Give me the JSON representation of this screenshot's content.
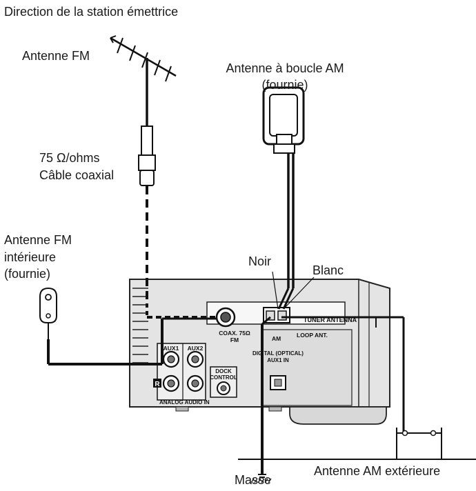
{
  "labels": {
    "direction": "Direction de la station émettrice",
    "fm_antenna": "Antenne FM",
    "am_loop_line1": "Antenne à boucle AM",
    "am_loop_line2": "(fournie)",
    "coax_line1": "75 Ω/ohms",
    "coax_line2": "Câble coaxial",
    "indoor_fm_line1": "Antenne FM",
    "indoor_fm_line2": "intérieure",
    "indoor_fm_line3": "(fournie)",
    "noir": "Noir",
    "blanc": "Blanc",
    "masse": "Masse",
    "outdoor_am": "Antenne AM extérieure"
  },
  "panel": {
    "tuner_antenna": "TUNER ANTENNA",
    "coax_line1": "COAX. 75Ω",
    "coax_line2": "FM",
    "am": "AM",
    "loop_ant": "LOOP ANT.",
    "digital_line1": "DIGITAL (OPTICAL)",
    "digital_line2": "AUX1 IN",
    "aux1": "AUX1",
    "aux2": "AUX2",
    "dock_line1": "DOCK",
    "dock_line2": "CONTROL",
    "analog_audio_in": "ANALOG AUDIO IN",
    "r_mark": "R"
  },
  "colors": {
    "cable": "#111111",
    "device_fill": "#e9e9e9",
    "device_dark": "#bdbdbd"
  }
}
